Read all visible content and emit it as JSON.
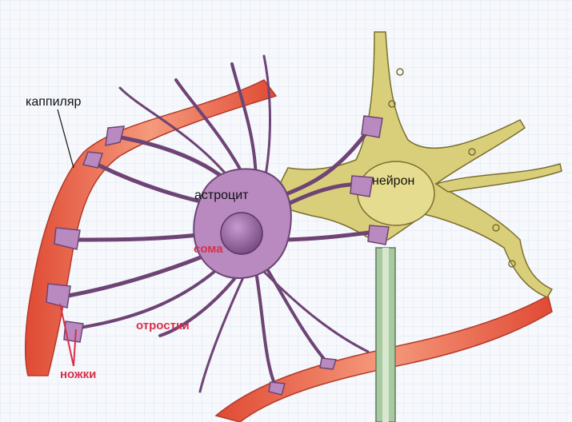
{
  "labels": {
    "capillary": "каппиляр",
    "astrocyte": "астроцит",
    "neuron": "нейрон",
    "soma": "сома",
    "processes": "отростки",
    "feet": "ножки"
  },
  "colors": {
    "background": "#f6f8fc",
    "grid": "#dde6f3",
    "vessel": "#e8573e",
    "vessel_light": "#f48f70",
    "astrocyte": "#b88ac0",
    "astrocyte_dark": "#6e4474",
    "soma": "#8a5a94",
    "neuron": "#d9cf7a",
    "neuron_dark": "#7a6f2e",
    "axon": "#a9c9a0",
    "label_dark": "#111111",
    "label_red": "#d8304a"
  }
}
